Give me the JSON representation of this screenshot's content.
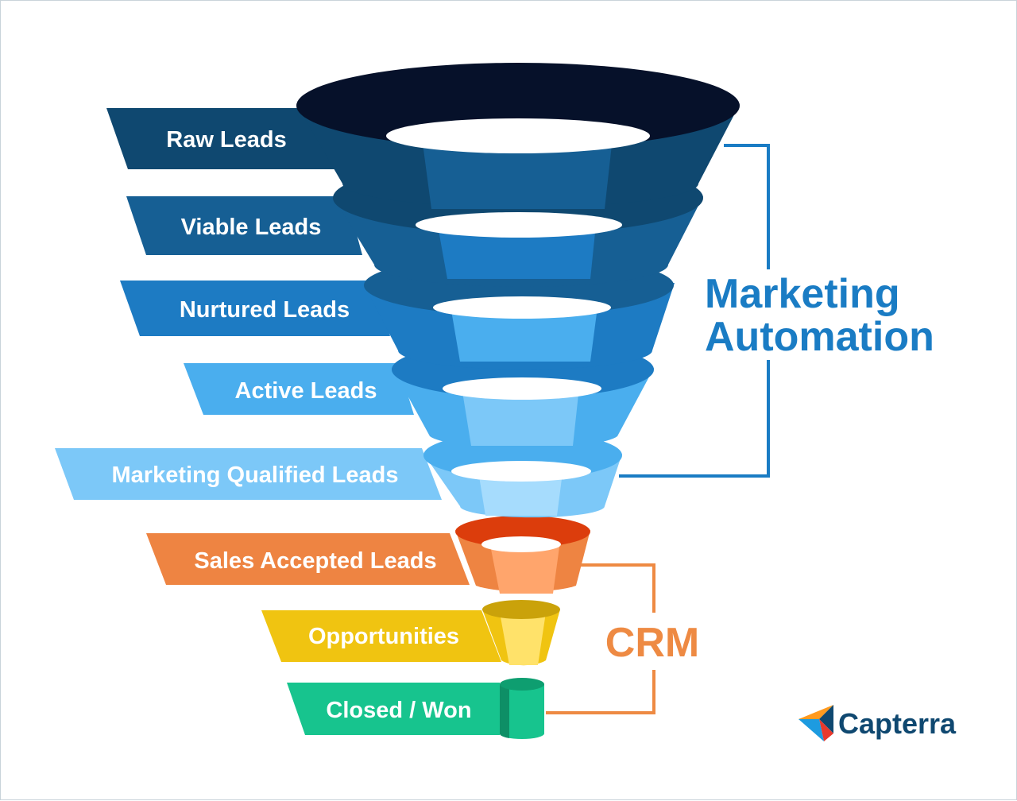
{
  "stages": [
    {
      "label": "Raw Leads",
      "group": "ma"
    },
    {
      "label": "Viable Leads",
      "group": "ma"
    },
    {
      "label": "Nurtured Leads",
      "group": "ma"
    },
    {
      "label": "Active Leads",
      "group": "ma"
    },
    {
      "label": "Marketing Qualified Leads",
      "group": "ma"
    },
    {
      "label": "Sales Accepted Leads",
      "group": "crm"
    },
    {
      "label": "Opportunities",
      "group": "crm"
    },
    {
      "label": "Closed / Won",
      "group": "crm"
    }
  ],
  "groups": {
    "marketing_automation": {
      "line1": "Marketing",
      "line2": "Automation",
      "color": "#1a7cc4"
    },
    "crm": {
      "label": "CRM",
      "color": "#ee8a43"
    }
  },
  "brand": {
    "name": "Capterra"
  },
  "colors": {
    "raw": "#0f4870",
    "viable": "#165f94",
    "nurtured": "#1d7bc3",
    "active": "#4aaeee",
    "mql": "#7cc8f8",
    "sql": "#ee8442",
    "opp": "#f0c411",
    "won": "#17c48e"
  }
}
